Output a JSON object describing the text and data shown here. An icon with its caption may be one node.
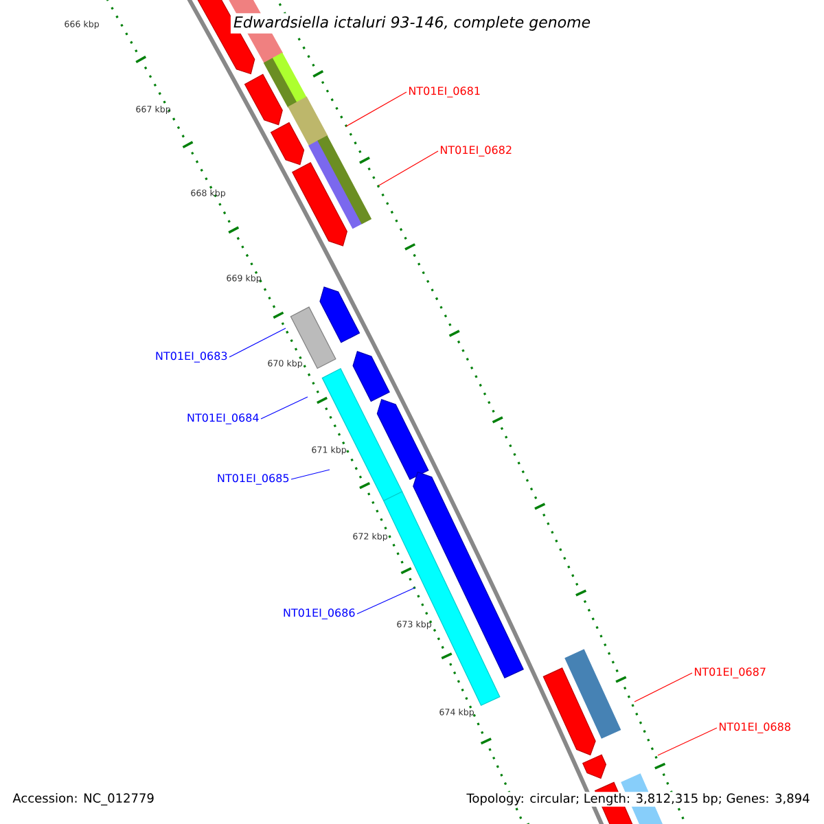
{
  "diagram": {
    "title": "Edwardsiella ictaluri 93-146, complete genome",
    "nodes": [
      {
        "text": [
          "NT01EI_0681"
        ]
      },
      {
        "text": [
          "NT01EI_0682"
        ]
      },
      {
        "text": [
          "NT01EI_0683"
        ]
      },
      {
        "text": [
          "NT01EI_0684"
        ]
      },
      {
        "text": [
          "NT01EI_0685"
        ]
      },
      {
        "text": [
          "NT01EI_0686"
        ]
      },
      {
        "text": [
          "NT01EI_0687"
        ]
      },
      {
        "text": [
          "NT01EI_0688"
        ]
      }
    ],
    "edges": [
      {
        "from": 0,
        "to": null,
        "arrow": "none",
        "color": "#ff0000"
      },
      {
        "from": 1,
        "to": null,
        "arrow": "none",
        "color": "#ff0000"
      },
      {
        "from": 2,
        "to": null,
        "arrow": "none",
        "color": "#0000ff"
      },
      {
        "from": 3,
        "to": null,
        "arrow": "none",
        "color": "#0000ff"
      },
      {
        "from": 4,
        "to": null,
        "arrow": "none",
        "color": "#0000ff"
      },
      {
        "from": 5,
        "to": null,
        "arrow": "none",
        "color": "#0000ff"
      },
      {
        "from": 6,
        "to": null,
        "arrow": "none",
        "color": "#ff0000"
      },
      {
        "from": 7,
        "to": null,
        "arrow": "none",
        "color": "#ff0000"
      }
    ],
    "labels": [
      "666 kbp",
      "667 kbp",
      "668 kbp",
      "669 kbp",
      "670 kbp",
      "671 kbp",
      "672 kbp",
      "673 kbp",
      "674 kbp",
      "Accession: NC_012779",
      "Topology: circular; Length: 3,812,315 bp; Genes: 3,894"
    ]
  }
}
